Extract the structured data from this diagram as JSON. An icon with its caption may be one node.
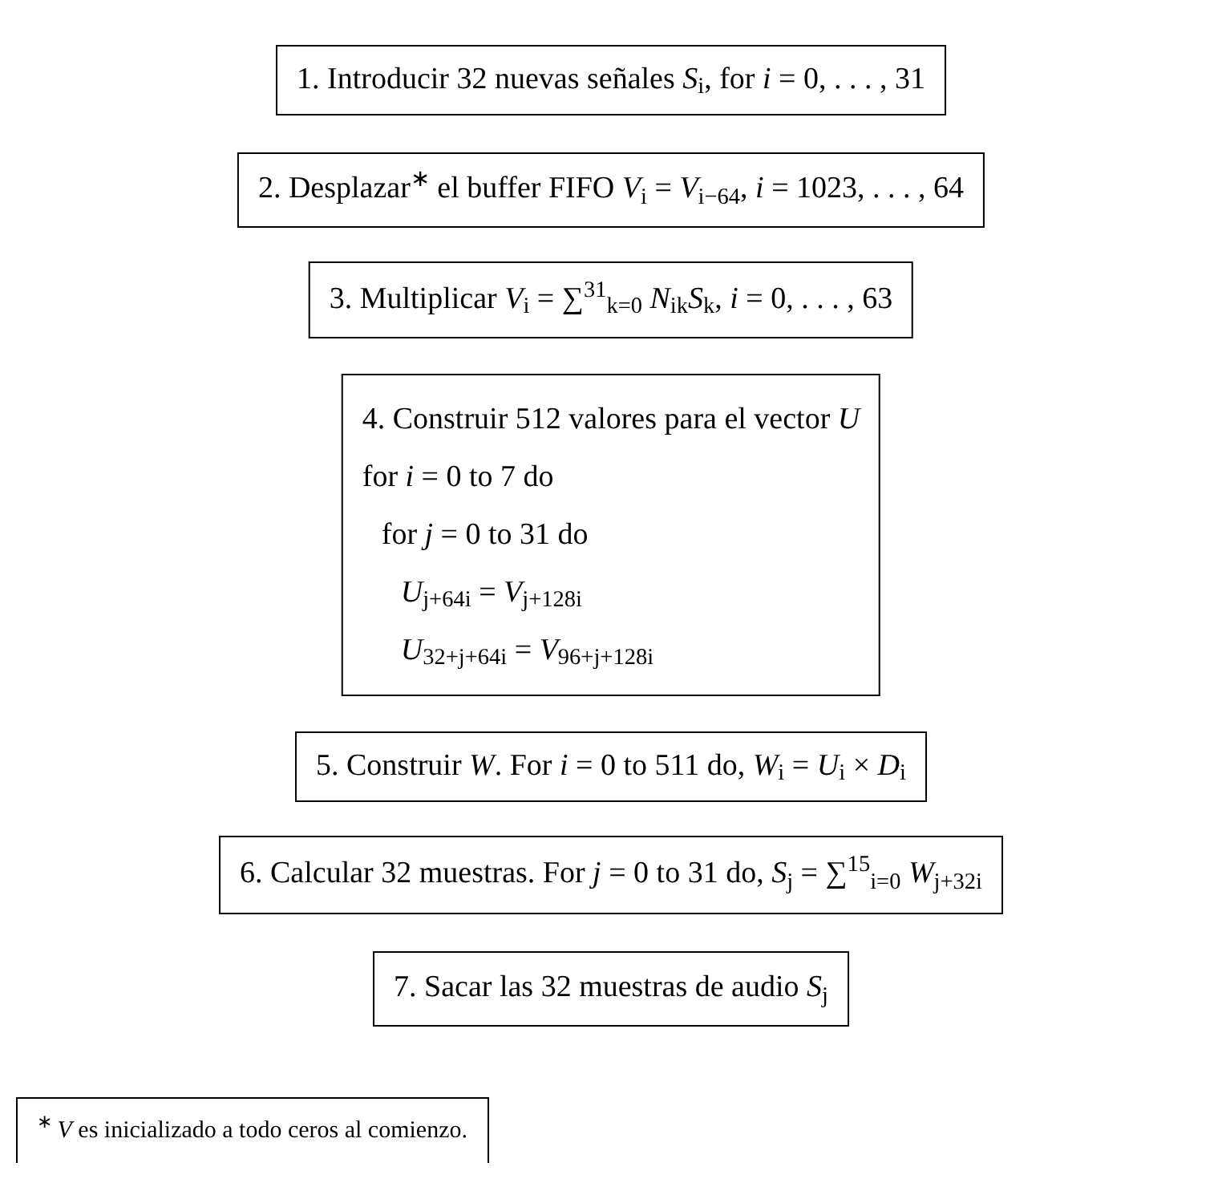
{
  "diagram": {
    "nodes": [
      {
        "text": [
          "1. Introducir 32 nuevas señales *S*$_{i}$, for *i* = 0, . . . , 31"
        ]
      },
      {
        "text": [
          "2. Desplazar$^{∗}$ el buffer FIFO *V*$_{i}$ = *V*$_{i−64}$, *i* = 1023, . . . , 64"
        ]
      },
      {
        "text": [
          "3. Multiplicar *V*$_{i}$ = ∑$^{31}$$_{k=0}$ *N*$_{ik}$*S*$_{k}$, *i* = 0, . . . , 63"
        ]
      },
      {
        "text": [
          "4. Construir 512 valores para el vector *U*",
          "for *i* = 0 to 7 do",
          "for *j* = 0 to 31 do",
          "*U*$_{j+64i}$ = *V*$_{j+128i}$",
          "*U*$_{32+j+64i}$ = *V*$_{96+j+128i}$"
        ]
      },
      {
        "text": [
          "5. Construir *W*. For *i* = 0 to 511 do, *W*$_{i}$ = *U*$_{i}$ × *D*$_{i}$"
        ]
      },
      {
        "text": [
          "6. Calcular 32 muestras. For *j* = 0 to 31 do, *S*$_{j}$ = ∑$^{15}$$_{i=0}$ *W*$_{j+32i}$"
        ]
      },
      {
        "text": [
          "7. Sacar las 32 muestras de audio *S*$_{j}$"
        ]
      },
      {
        "text": [
          "$^{∗}$ *V* es inicializado a todo ceros al comienzo."
        ]
      }
    ]
  }
}
